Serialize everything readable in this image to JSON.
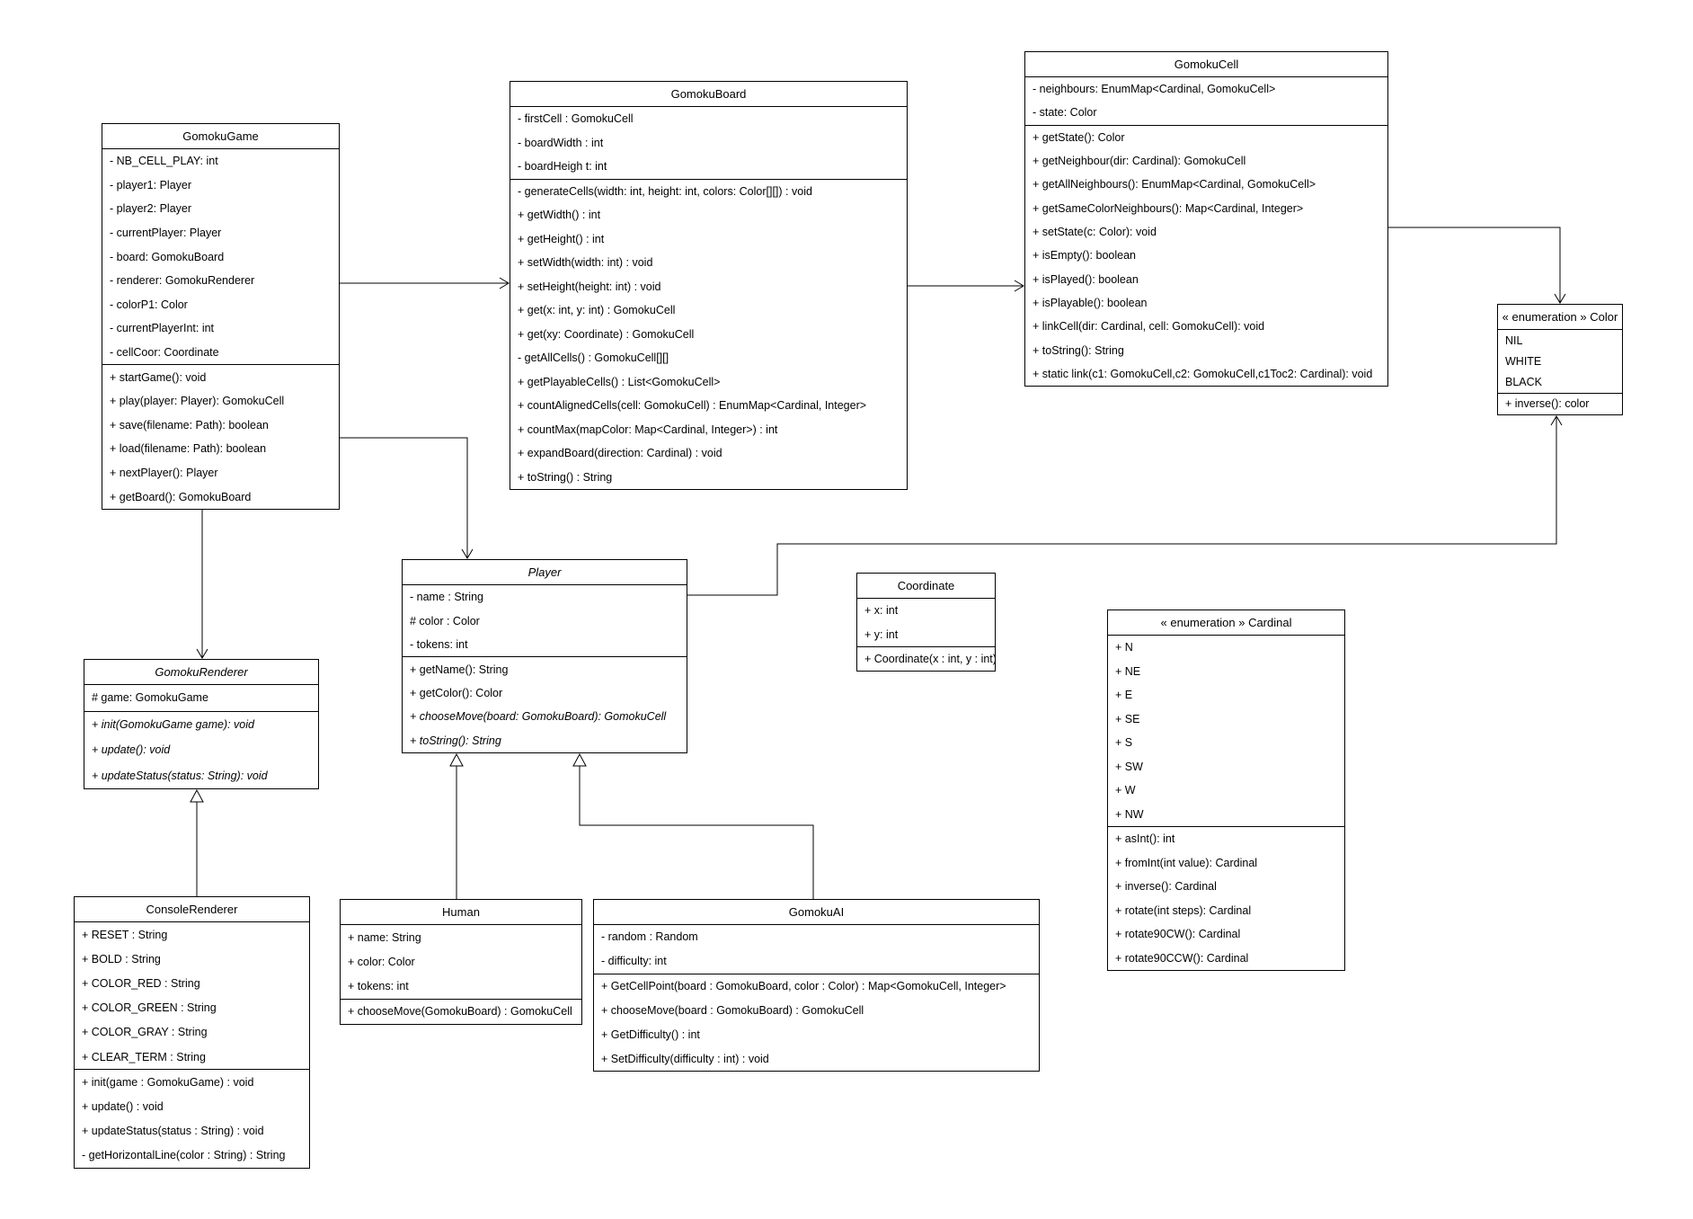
{
  "colors": {
    "background": "#ffffff",
    "box_fill": "#ffffff",
    "line": "#000000",
    "text": "#000000"
  },
  "classes": {
    "gomokuGame": {
      "title": "GomokuGame",
      "attributes": [
        "- NB_CELL_PLAY: int",
        "- player1: Player",
        "- player2: Player",
        "- currentPlayer: Player",
        "- board: GomokuBoard",
        "- renderer: GomokuRenderer",
        "- colorP1: Color",
        "- currentPlayerInt: int",
        "- cellCoor: Coordinate"
      ],
      "methods": [
        "+ startGame(): void",
        "+ play(player: Player): GomokuCell",
        "+ save(filename: Path): boolean",
        "+ load(filename: Path): boolean",
        "+ nextPlayer(): Player",
        "+ getBoard(): GomokuBoard"
      ]
    },
    "gomokuBoard": {
      "title": "GomokuBoard",
      "attributes": [
        "- firstCell : GomokuCell",
        "- boardWidth : int",
        "- boardHeigh t: int"
      ],
      "methods": [
        "- generateCells(width: int, height: int, colors: Color[][]) : void",
        "+ getWidth() : int",
        "+ getHeight() : int",
        "+ setWidth(width: int) : void",
        "+ setHeight(height: int) : void",
        "+ get(x: int, y: int) : GomokuCell",
        "+ get(xy: Coordinate) : GomokuCell",
        "- getAllCells() : GomokuCell[][]",
        "+ getPlayableCells() : List<GomokuCell>",
        "+ countAlignedCells(cell: GomokuCell) : EnumMap<Cardinal, Integer>",
        "+ countMax(mapColor: Map<Cardinal, Integer>) : int",
        "+ expandBoard(direction: Cardinal) : void",
        "+ toString() : String"
      ]
    },
    "gomokuCell": {
      "title": "GomokuCell",
      "attributes": [
        "- neighbours: EnumMap<Cardinal, GomokuCell>",
        "- state: Color"
      ],
      "methods": [
        "+ getState(): Color",
        "+ getNeighbour(dir: Cardinal): GomokuCell",
        "+ getAllNeighbours(): EnumMap<Cardinal, GomokuCell>",
        "+ getSameColorNeighbours(): Map<Cardinal, Integer>",
        "+ setState(c: Color): void",
        "+ isEmpty(): boolean",
        "+ isPlayed(): boolean",
        "+ isPlayable(): boolean",
        "+ linkCell(dir: Cardinal, cell: GomokuCell): void",
        "+ toString(): String",
        "+ static link(c1: GomokuCell,c2: GomokuCell,c1Toc2: Cardinal): void"
      ]
    },
    "colorEnum": {
      "title": "« enumeration » Color",
      "values": [
        "NIL",
        "WHITE",
        "BLACK"
      ],
      "methods": [
        "+ inverse(): color"
      ]
    },
    "player": {
      "title": "Player",
      "attributes": [
        "- name : String",
        "# color : Color",
        "- tokens: int"
      ],
      "methods": [
        "+ getName(): String",
        "+ getColor(): Color",
        {
          "t": "+ chooseMove(board: GomokuBoard): GomokuCell",
          "i": true
        },
        {
          "t": "+ toString(): String",
          "i": true
        }
      ]
    },
    "coordinate": {
      "title": "Coordinate",
      "attributes": [
        "+ x: int",
        "+ y: int"
      ],
      "methods": [
        "+ Coordinate(x : int, y : int)"
      ]
    },
    "cardinalEnum": {
      "title": "« enumeration » Cardinal",
      "values": [
        "+ N",
        "+ NE",
        "+ E",
        "+ SE",
        "+ S",
        "+ SW",
        "+ W",
        "+ NW"
      ],
      "methods": [
        "+ asInt(): int",
        "+ fromInt(int value): Cardinal",
        "+ inverse(): Cardinal",
        "+ rotate(int steps): Cardinal",
        "+ rotate90CW(): Cardinal",
        "+ rotate90CCW(): Cardinal"
      ]
    },
    "gomokuRenderer": {
      "title": "GomokuRenderer",
      "attributes": [
        "# game: GomokuGame"
      ],
      "methods": [
        {
          "t": "+ init(GomokuGame game): void",
          "i": true
        },
        {
          "t": "+ update(): void",
          "i": true
        },
        {
          "t": "+ updateStatus(status: String): void",
          "i": true
        }
      ]
    },
    "consoleRenderer": {
      "title": "ConsoleRenderer",
      "attributes": [
        "+ RESET : String",
        "+ BOLD : String",
        "+ COLOR_RED : String",
        "+ COLOR_GREEN : String",
        "+ COLOR_GRAY : String",
        "+ CLEAR_TERM : String"
      ],
      "methods": [
        "+ init(game : GomokuGame) : void",
        "+ update() : void",
        "+ updateStatus(status : String) : void",
        "- getHorizontalLine(color : String) : String"
      ]
    },
    "human": {
      "title": "Human",
      "attributes": [
        "+ name: String",
        "+ color: Color",
        "+ tokens: int"
      ],
      "methods": [
        "+ chooseMove(GomokuBoard) : GomokuCell"
      ]
    },
    "gomokuAI": {
      "title": "GomokuAI",
      "attributes": [
        "- random : Random",
        "- difficulty: int"
      ],
      "methods": [
        "+ GetCellPoint(board : GomokuBoard, color : Color) : Map<GomokuCell, Integer>",
        "+ chooseMove(board : GomokuBoard) : GomokuCell",
        "+ GetDifficulty() : int",
        "+ SetDifficulty(difficulty : int) : void"
      ]
    }
  }
}
